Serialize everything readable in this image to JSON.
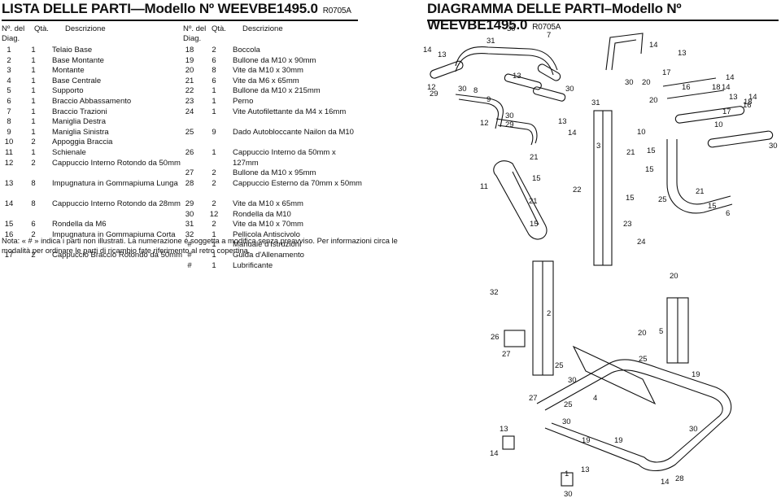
{
  "left_title": "LISTA DELLE PARTI—Modello Nº WEEVBE1495.0",
  "left_code": "R0705A",
  "right_title": "DIAGRAMMA DELLE PARTI–Modello Nº WEEVBE1495.0",
  "right_code": "R0705A",
  "headers": {
    "num": "Nº. del Diag.",
    "qty": "Qtà.",
    "desc": "Descrizione"
  },
  "col1": [
    {
      "n": "1",
      "q": "1",
      "d": "Telaio Base"
    },
    {
      "n": "2",
      "q": "1",
      "d": "Base Montante"
    },
    {
      "n": "3",
      "q": "1",
      "d": "Montante"
    },
    {
      "n": "4",
      "q": "1",
      "d": "Base Centrale"
    },
    {
      "n": "5",
      "q": "1",
      "d": "Supporto"
    },
    {
      "n": "6",
      "q": "1",
      "d": "Braccio Abbassamento"
    },
    {
      "n": "7",
      "q": "1",
      "d": "Braccio Trazioni"
    },
    {
      "n": "8",
      "q": "1",
      "d": "Maniglia Destra"
    },
    {
      "n": "9",
      "q": "1",
      "d": "Maniglia Sinistra"
    },
    {
      "n": "10",
      "q": "2",
      "d": "Appoggia Braccia"
    },
    {
      "n": "11",
      "q": "1",
      "d": "Schienale"
    },
    {
      "n": "12",
      "q": "2",
      "d": "Cappuccio Interno Rotondo da 50mm"
    },
    {
      "n": "13",
      "q": "8",
      "d": "Impugnatura in Gommapiuma Lunga"
    },
    {
      "n": "14",
      "q": "8",
      "d": "Cappuccio Interno Rotondo da 28mm"
    },
    {
      "n": "15",
      "q": "6",
      "d": "Rondella da M6"
    },
    {
      "n": "16",
      "q": "2",
      "d": "Impugnatura in Gommapiuma Corta"
    },
    {
      "n": "17",
      "q": "2",
      "d": "Cappuccio Braccio Rotondo da 50mm"
    }
  ],
  "col2": [
    {
      "n": "18",
      "q": "2",
      "d": "Boccola"
    },
    {
      "n": "19",
      "q": "6",
      "d": "Bullone da M10 x 90mm"
    },
    {
      "n": "20",
      "q": "8",
      "d": "Vite da M10 x 30mm"
    },
    {
      "n": "21",
      "q": "6",
      "d": "Vite da M6 x 65mm"
    },
    {
      "n": "22",
      "q": "1",
      "d": "Bullone da M10 x 215mm"
    },
    {
      "n": "23",
      "q": "1",
      "d": "Perno"
    },
    {
      "n": "24",
      "q": "1",
      "d": "Vite Autofilettante da M4 x 16mm"
    },
    {
      "n": "25",
      "q": "9",
      "d": "Dado Autobloccante Nailon da M10"
    },
    {
      "n": "26",
      "q": "1",
      "d": "Cappuccio Interno da 50mm x 127mm"
    },
    {
      "n": "27",
      "q": "2",
      "d": "Bullone da M10 x 95mm"
    },
    {
      "n": "28",
      "q": "2",
      "d": "Cappuccio Esterno da 70mm x 50mm"
    },
    {
      "n": "29",
      "q": "2",
      "d": "Vite da M10 x 65mm"
    },
    {
      "n": "30",
      "q": "12",
      "d": "Rondella da M10"
    },
    {
      "n": "31",
      "q": "2",
      "d": "Vite da M10 x 70mm"
    },
    {
      "n": "32",
      "q": "1",
      "d": "Pellicola Antiscivolo"
    },
    {
      "n": "#",
      "q": "1",
      "d": "Manuale d'Istruzioni"
    },
    {
      "n": "#",
      "q": "1",
      "d": "Guida d'Allenamento"
    },
    {
      "n": "#",
      "q": "1",
      "d": "Lubrificante"
    }
  ],
  "note": "Nota: « # » indica i parti non illustrati. La numerazione é soggetta a modifica senza preavviso. Per informazioni circa le modalità per ordinare le parti di ricambio fate riferimento al retro copertina.",
  "callouts": [
    "30",
    "31",
    "7",
    "14",
    "13",
    "14",
    "13",
    "12",
    "29",
    "30",
    "8",
    "13",
    "9",
    "30",
    "30",
    "20",
    "17",
    "16",
    "18",
    "14",
    "14",
    "13",
    "18",
    "14",
    "31",
    "20",
    "16",
    "30",
    "12",
    "29",
    "13",
    "14",
    "17",
    "10",
    "30",
    "10",
    "3",
    "21",
    "15",
    "21",
    "15",
    "15",
    "11",
    "22",
    "21",
    "15",
    "25",
    "21",
    "15",
    "6",
    "23",
    "24",
    "15",
    "20",
    "32",
    "2",
    "26",
    "20",
    "5",
    "25",
    "27",
    "25",
    "19",
    "27",
    "25",
    "30",
    "4",
    "30",
    "13",
    "19",
    "19",
    "30",
    "14",
    "13",
    "28",
    "30",
    "14",
    "1",
    "28"
  ]
}
